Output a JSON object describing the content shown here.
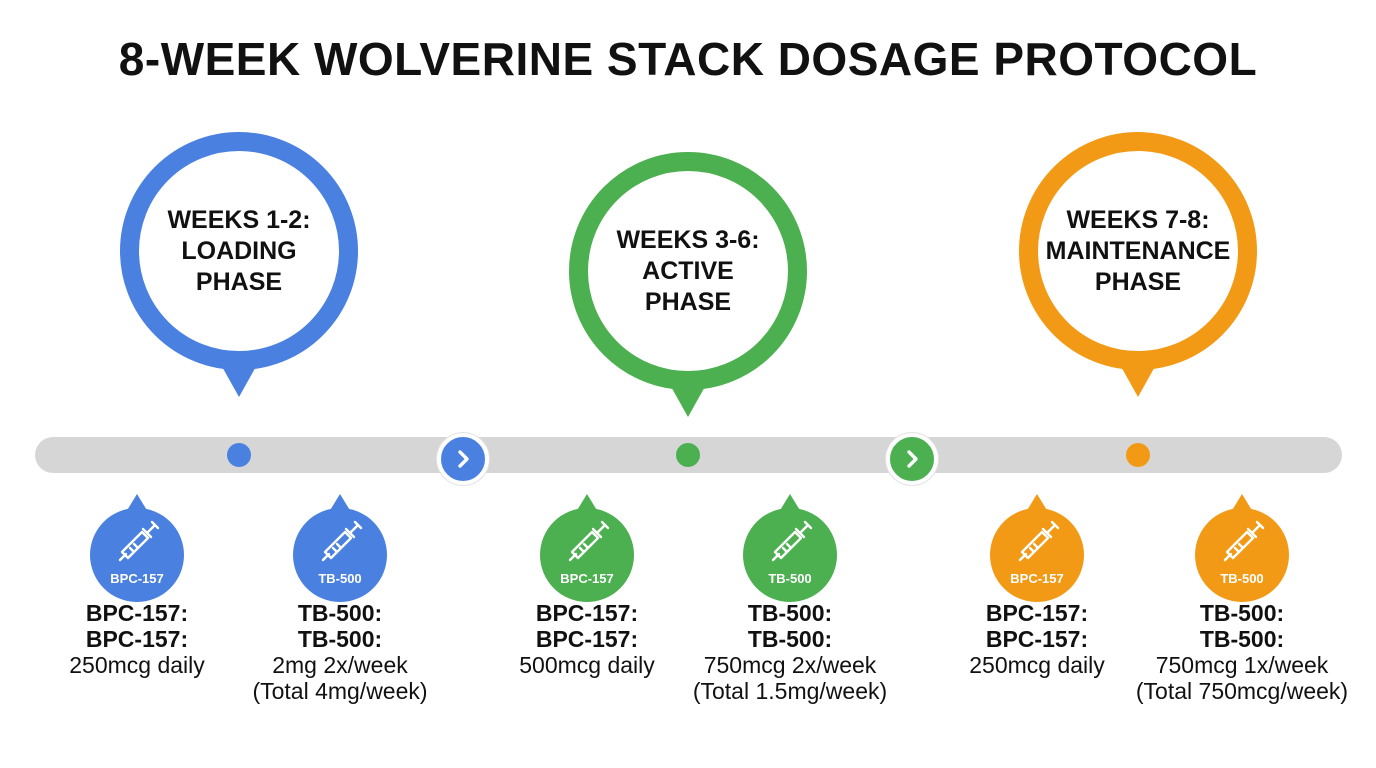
{
  "title": "8-WEEK WOLVERINE STACK DOSAGE PROTOCOL",
  "colors": {
    "blue": "#4a80e0",
    "green": "#4caf50",
    "orange": "#f29a16",
    "track": "#d6d6d6"
  },
  "icons": {
    "badge": "syringe-icon",
    "connector": "chevron-right-icon"
  },
  "phases": [
    {
      "line1": "WEEKS 1-2:",
      "line2": "LOADING",
      "line3": "PHASE"
    },
    {
      "line1": "WEEKS 3-6:",
      "line2": "ACTIVE",
      "line3": "PHASE"
    },
    {
      "line1": "WEEKS 7-8:",
      "line2": "MAINTENANCE",
      "line3": "PHASE"
    }
  ],
  "doses": [
    {
      "badge": "BPC-157",
      "lines": [
        "BPC-157:",
        "BPC-157:",
        "250mcg daily"
      ]
    },
    {
      "badge": "TB-500",
      "lines": [
        "TB-500:",
        "TB-500:",
        "2mg 2x/week",
        "(Total 4mg/week)"
      ]
    },
    {
      "badge": "BPC-157",
      "lines": [
        "BPC-157:",
        "BPC-157:",
        "500mcg daily"
      ]
    },
    {
      "badge": "TB-500",
      "lines": [
        "TB-500:",
        "TB-500:",
        "750mcg 2x/week",
        "(Total 1.5mg/week)"
      ]
    },
    {
      "badge": "BPC-157",
      "lines": [
        "BPC-157:",
        "BPC-157:",
        "250mcg daily"
      ]
    },
    {
      "badge": "TB-500",
      "lines": [
        "TB-500:",
        "TB-500:",
        "750mcg 1x/week",
        "(Total 750mcg/week)"
      ]
    }
  ]
}
